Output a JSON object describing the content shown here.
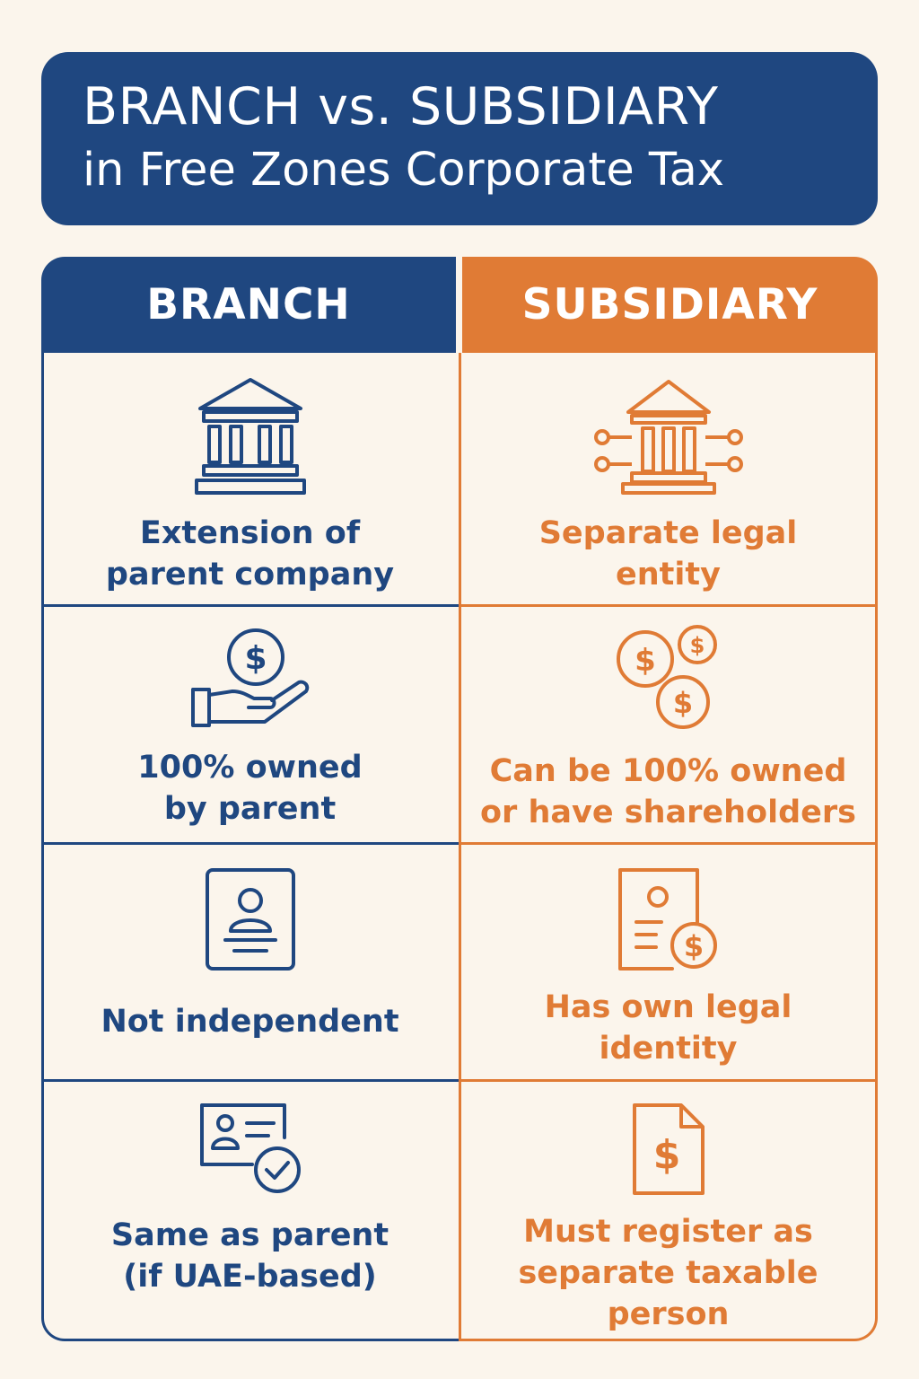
{
  "title": {
    "line1": "BRANCH vs. SUBSIDIARY",
    "line2": "in Free Zones Corporate Tax"
  },
  "columns": {
    "branch": "BRANCH",
    "subsidiary": "SUBSIDIARY"
  },
  "rows": [
    {
      "branch": "Extension of\nparent company",
      "subsidiary": "Separate legal\nentity",
      "branch_icon": "bank-building-icon",
      "subsidiary_icon": "connected-building-icon"
    },
    {
      "branch": "100% owned\nby parent",
      "subsidiary": "Can be 100% owned\nor have shareholders",
      "branch_icon": "hand-holding-dollar-icon",
      "subsidiary_icon": "coins-icon"
    },
    {
      "branch": "Not independent",
      "subsidiary": "Has own legal\nidentity",
      "branch_icon": "id-badge-icon",
      "subsidiary_icon": "document-dollar-icon"
    },
    {
      "branch": "Same as parent\n(if UAE-based)",
      "subsidiary": "Must register as\nseparate taxable\nperson",
      "branch_icon": "id-card-check-icon",
      "subsidiary_icon": "invoice-dollar-icon"
    }
  ],
  "colors": {
    "branch": "#1f4780",
    "subsidiary": "#e07b35",
    "background": "#fbf5ec"
  }
}
